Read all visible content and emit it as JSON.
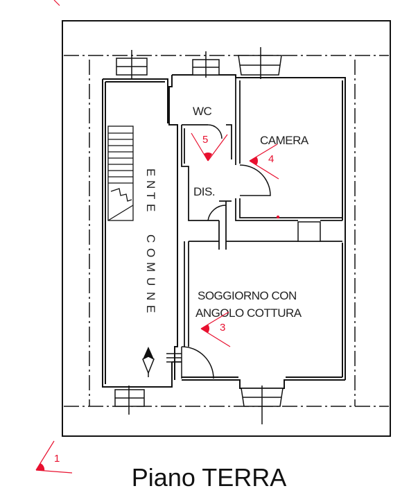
{
  "colors": {
    "line": "#111111",
    "marker": "#e8102f",
    "background": "#ffffff"
  },
  "rooms": {
    "wc": "WC",
    "camera": "CAMERA",
    "dis": "DIS.",
    "soggiorno_line1": "SOGGIORNO CON",
    "soggiorno_line2": "ANGOLO COTTURA"
  },
  "common_area": {
    "word1": [
      "E",
      "N",
      "T",
      "E"
    ],
    "word2": [
      "C",
      "O",
      "M",
      "U",
      "N",
      "E"
    ]
  },
  "markers": {
    "m1": "1",
    "m3": "3",
    "m4": "4",
    "m5": "5"
  },
  "title": "Piano TERRA"
}
